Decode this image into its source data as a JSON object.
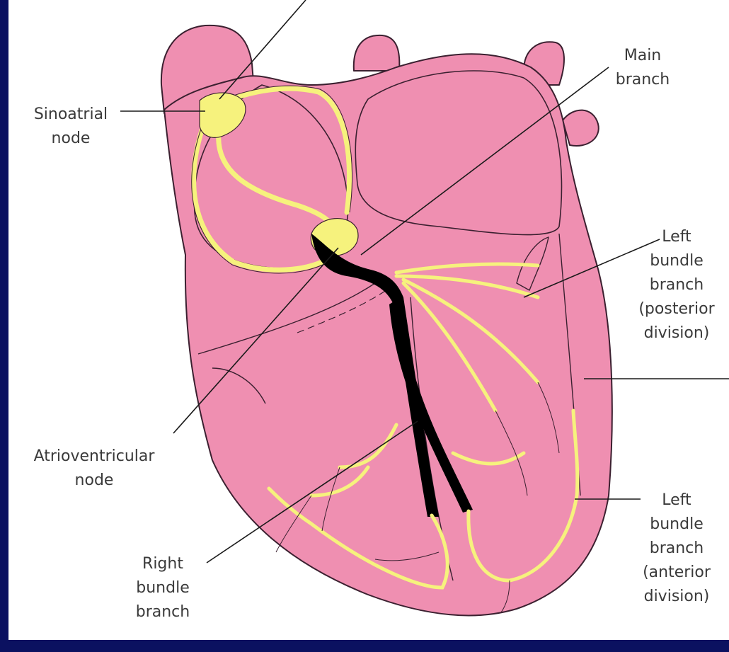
{
  "labels": {
    "sinoatrial": [
      "Sinoatrial",
      "node"
    ],
    "main_branch": [
      "Main",
      "branch"
    ],
    "left_posterior": [
      "Left",
      "bundle",
      "branch",
      "(posterior",
      "division)"
    ],
    "atrioventricular": [
      "Atrioventricular",
      "node"
    ],
    "right_bundle": [
      "Right",
      "bundle",
      "branch"
    ],
    "left_anterior": [
      "Left",
      "bundle",
      "branch",
      "(anterior",
      "division)"
    ]
  },
  "colors": {
    "heart_fill": "#ef8fb1",
    "heart_outline": "#3b2030",
    "conduction_yellow": "#f6f27d",
    "bundle_black": "#000000",
    "leader_line": "#1a1a1a",
    "frame": "#0b1160"
  }
}
